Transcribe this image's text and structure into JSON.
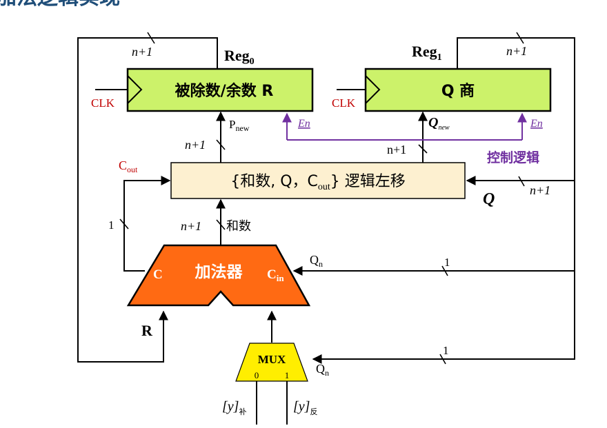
{
  "slide_title": "加法逻辑实现",
  "colors": {
    "register_fill": "#ccf26a",
    "shifter_fill": "#fdf0d0",
    "adder_fill": "#ff6a13",
    "mux_fill": "#ffee00",
    "control_purple": "#7030a0",
    "clk_red": "#c00000"
  },
  "registers": {
    "reg0": {
      "name": "Reg",
      "sub": "0",
      "content": "被除数/余数 R",
      "clk": "CLK",
      "bus_width": "n+1"
    },
    "reg1": {
      "name": "Reg",
      "sub": "1",
      "content": "Q 商",
      "clk": "CLK",
      "bus_width": "n+1"
    }
  },
  "enables": {
    "en_left": "En",
    "en_right": "En"
  },
  "control_logic": "控制逻辑",
  "signals": {
    "p_new": "P",
    "p_new_sub": "new",
    "q_new": "Q",
    "q_new_sub": "new",
    "width_left_mid": "n+1",
    "width_right_mid": "n+1",
    "cout": "C",
    "cout_sub": "out",
    "q_input": "Q",
    "q_input_width": "n+1",
    "carry_width": "1",
    "sum_width": "n+1",
    "sum_label": "和数",
    "qn_top": "Q",
    "qn_top_sub": "n",
    "qn_top_width": "1",
    "qn_bottom": "Q",
    "qn_bottom_sub": "n",
    "qn_bottom_width": "1",
    "r_label": "R"
  },
  "shifter": {
    "prefix": "{和数, Q，C",
    "sub": "out",
    "suffix": "} 逻辑左移"
  },
  "adder": {
    "name": "加法器",
    "c_left": "C",
    "cin": "C",
    "cin_sub": "in"
  },
  "mux": {
    "name": "MUX",
    "in0": "0",
    "in1": "1"
  },
  "inputs": {
    "y_comp": "[y]",
    "y_comp_sub": "补",
    "y_inv": "[y]",
    "y_inv_sub": "反"
  }
}
